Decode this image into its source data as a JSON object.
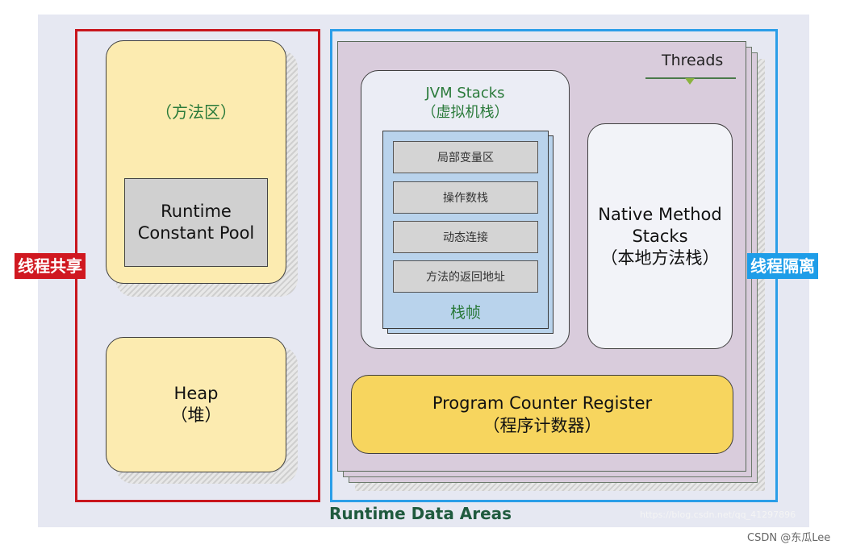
{
  "method_area": {
    "label": "（方法区）"
  },
  "runtime_constant_pool": {
    "line1": "Runtime",
    "line2": "Constant Pool"
  },
  "heap": {
    "line1": "Heap",
    "line2": "（堆）"
  },
  "threads": {
    "label": "Threads"
  },
  "jvm_stacks": {
    "line1": "JVM Stacks",
    "line2": "（虚拟机栈）"
  },
  "stack_frame": {
    "slots": [
      "局部变量区",
      "操作数栈",
      "动态连接",
      "方法的返回地址"
    ],
    "label": "栈帧"
  },
  "native_method_stacks": {
    "line1": "Native Method",
    "line2": "Stacks",
    "line3": "（本地方法栈）"
  },
  "pc_register": {
    "line1": "Program Counter Register",
    "line2": "（程序计数器）"
  },
  "tags": {
    "shared": "线程共享",
    "isolated": "线程隔离"
  },
  "title": "Runtime Data Areas",
  "watermarks": {
    "blog": "https://blog.csdn.net/qq_41297896",
    "csdn": "CSDN @东瓜Lee"
  },
  "colors": {
    "shared_frame": "#c8161d",
    "isolated_frame": "#2b9ee8",
    "area_fill": "#fcebb0",
    "pc_fill": "#f7d55e",
    "threads_fill": "#d9ccdc",
    "green_text": "#2a7a3a"
  }
}
